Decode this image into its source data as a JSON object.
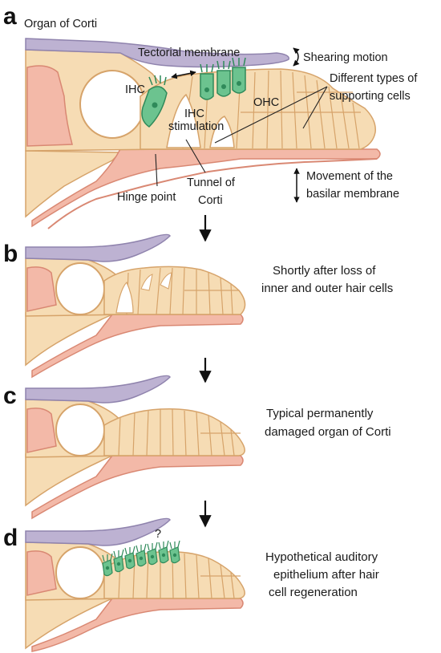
{
  "colors": {
    "tissue": "#f6dcb4",
    "tissue_edge": "#d6a36a",
    "pink": "#f3b9a8",
    "pink_edge": "#d98873",
    "tectorial": "#bdb2d2",
    "tectorial_edge": "#8f83ad",
    "hair_cell": "#6cc38f",
    "hair_cell_edge": "#2f8a5a",
    "arrow": "#111111"
  },
  "panels": [
    {
      "letter": "a",
      "title": "Organ of Corti",
      "labels": {
        "tectorial": "Tectorial membrane",
        "shearing": "Shearing motion",
        "ihc": "IHC",
        "ohc": "OHC",
        "ihc_stim_1": "IHC",
        "ihc_stim_2": "stimulation",
        "support_1": "Different types of",
        "support_2": "supporting cells",
        "hinge": "Hinge point",
        "tunnel_1": "Tunnel of",
        "tunnel_2": "Corti",
        "basilar_1": "Movement of the",
        "basilar_2": "basilar membrane"
      }
    },
    {
      "letter": "b",
      "caption": [
        "Shortly after loss of",
        "inner and outer hair cells"
      ]
    },
    {
      "letter": "c",
      "caption": [
        "Typical permanently",
        "damaged organ of Corti"
      ]
    },
    {
      "letter": "d",
      "caption": [
        "Hypothetical auditory",
        "epithelium after hair",
        "cell regeneration"
      ],
      "question": "?"
    }
  ]
}
